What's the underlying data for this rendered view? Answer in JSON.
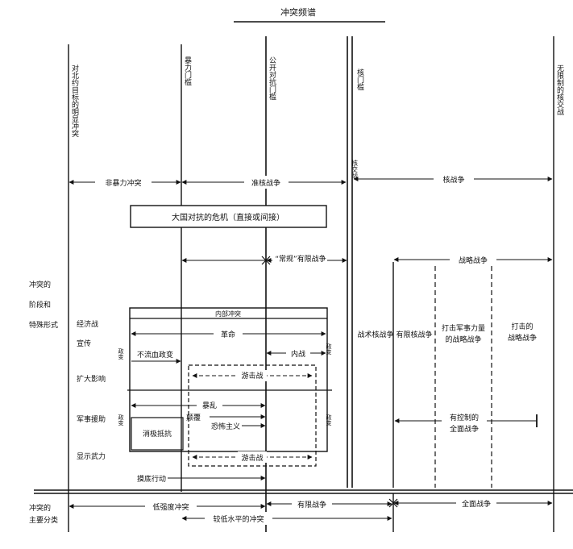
{
  "title": "冲突频谱",
  "top_labels": {
    "col1": "对北约目标的明显冲突",
    "col2": "暴力门槛",
    "col3": "公开对抗门槛",
    "col4": "核门槛",
    "col5": "无限制的核交战"
  },
  "row1": {
    "left": "非暴力冲突",
    "mid": "准核战争",
    "small": "核交战",
    "right": "核战争"
  },
  "crisis_box": "大国对抗的危机（直接或间接）",
  "conventional_war": "“常规”有限战争",
  "strategic_war": "战略战争",
  "side_title": [
    "冲突的",
    "阶段和",
    "特殊形式"
  ],
  "left_items": [
    "经济战",
    "宣传",
    "扩大影响",
    "军事援助",
    "显示武力"
  ],
  "inner_box_title": "内部冲突",
  "revolution": "革命",
  "civil_war": "内战",
  "nonviolent_coup": "不流血政变",
  "coup_left": "政变",
  "coup_right": "政变",
  "coup_mid": "政变",
  "guerrilla": "游击战",
  "riot": "暴乱",
  "subversion": "颠覆",
  "terrorism": "恐怖主义",
  "passive_resistance": "消极抵抗",
  "guerrilla2": "游击战",
  "probe": "摸底行动",
  "tactical_nuclear": "战术核战争",
  "limited_nuclear": "有限核战争",
  "strike_military": [
    "打击军事力量",
    "的战略战争"
  ],
  "strike_city": [
    "打击的",
    "战略战争"
  ],
  "controlled_war": [
    "有控制的",
    "全面战争"
  ],
  "bottom": {
    "left_title": [
      "冲突的",
      "主要分类"
    ],
    "low_intensity": "低强度冲突",
    "limited_war": "有限战争",
    "general_war": "全面战争",
    "mid_level": "较低水平的冲突"
  }
}
